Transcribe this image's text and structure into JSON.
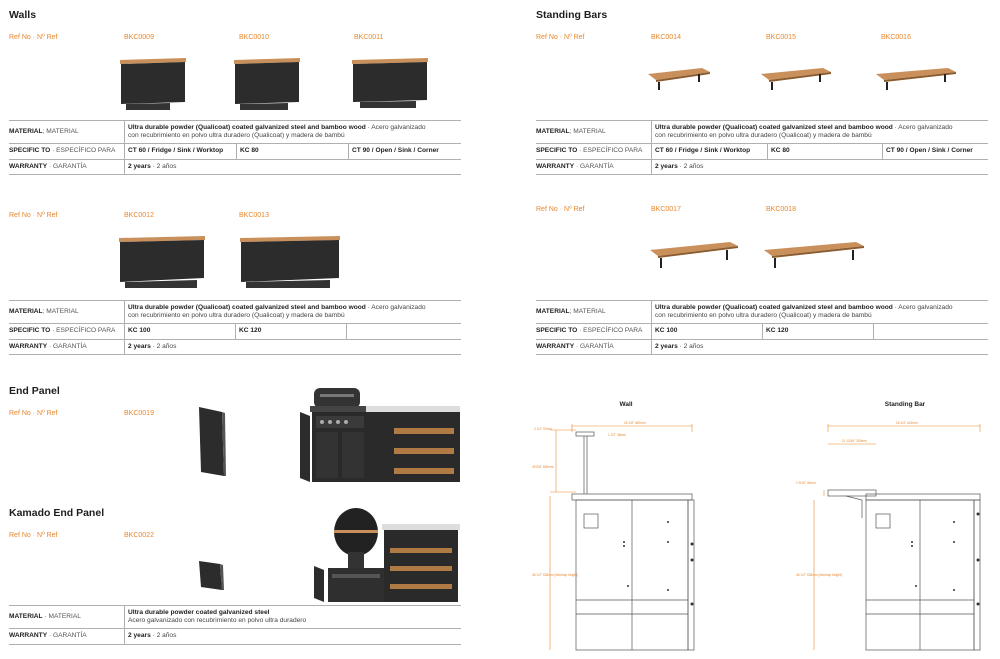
{
  "walls": {
    "title": "Walls",
    "ref_label": "Ref No",
    "ref_label_es": "Nº Ref",
    "group1": {
      "refs": [
        "BKC0009",
        "BKC0010",
        "BKC0011"
      ],
      "specific": [
        "CT 60 / Fridge / Sink / Worktop",
        "KC 80",
        "CT 90 / Open / Sink / Corner"
      ]
    },
    "group2": {
      "refs": [
        "BKC0012",
        "BKC0013"
      ],
      "specific": [
        "KC 100",
        "KC 120"
      ]
    }
  },
  "standing_bars": {
    "title": "Standing Bars",
    "group1": {
      "refs": [
        "BKC0014",
        "BKC0015",
        "BKC0016"
      ],
      "specific": [
        "CT 60 / Fridge / Sink / Worktop",
        "KC 80",
        "CT 90 / Open / Sink / Corner"
      ]
    },
    "group2": {
      "refs": [
        "BKC0017",
        "BKC0018"
      ],
      "specific": [
        "KC 100",
        "KC 120"
      ]
    }
  },
  "end_panel": {
    "title": "End Panel",
    "refs": [
      "BKC0019"
    ]
  },
  "kamado_end_panel": {
    "title": "Kamado End Panel",
    "refs": [
      "BKC0022"
    ],
    "material_en": "Ultra durable powder coated galvanized steel",
    "material_es": "Acero galvanizado con recubrimiento en polvo ultra duradero",
    "material_label_es": "MATERIAL"
  },
  "labels": {
    "material": "MATERIAL",
    "material_es": "; MATERIAL",
    "specific": "SPECIFIC TO",
    "specific_es": "· ESPECÍFICO PARA",
    "warranty": "WARRANTY",
    "warranty_es": "· GARANTÍA",
    "dot": " · "
  },
  "material_text": {
    "en": "Ultra durable powder (Qualicoat) coated galvanized steel and bamboo wood",
    "es_line1": " · Acero galvanizado",
    "es_line2": "con recubrimiento en polvo ultra duradero (Qualicoat) y madera de bambú"
  },
  "warranty_text": {
    "en": "2 years",
    "es": " · 2 años"
  },
  "diagrams": {
    "wall": {
      "title": "Wall",
      "dims": [
        "18 1/8\" 462mm",
        "2 1/4\" 57mm",
        "1 1/2\" 38mm",
        "25 5/8\" 650mm",
        "36 1/2\" 928mm (Worktop height)"
      ]
    },
    "standing_bar": {
      "title": "Standing Bar",
      "dims": [
        "16 1/4\" 413mm",
        "11 13/16\" 300mm",
        "1 9/16\" 40mm",
        "36 1/2\" 928mm (Worktop height)"
      ]
    }
  },
  "colors": {
    "accent": "#e8872c",
    "panel": "#2c2c2c",
    "wood": "#c9905b",
    "line": "#b0b0b0"
  }
}
